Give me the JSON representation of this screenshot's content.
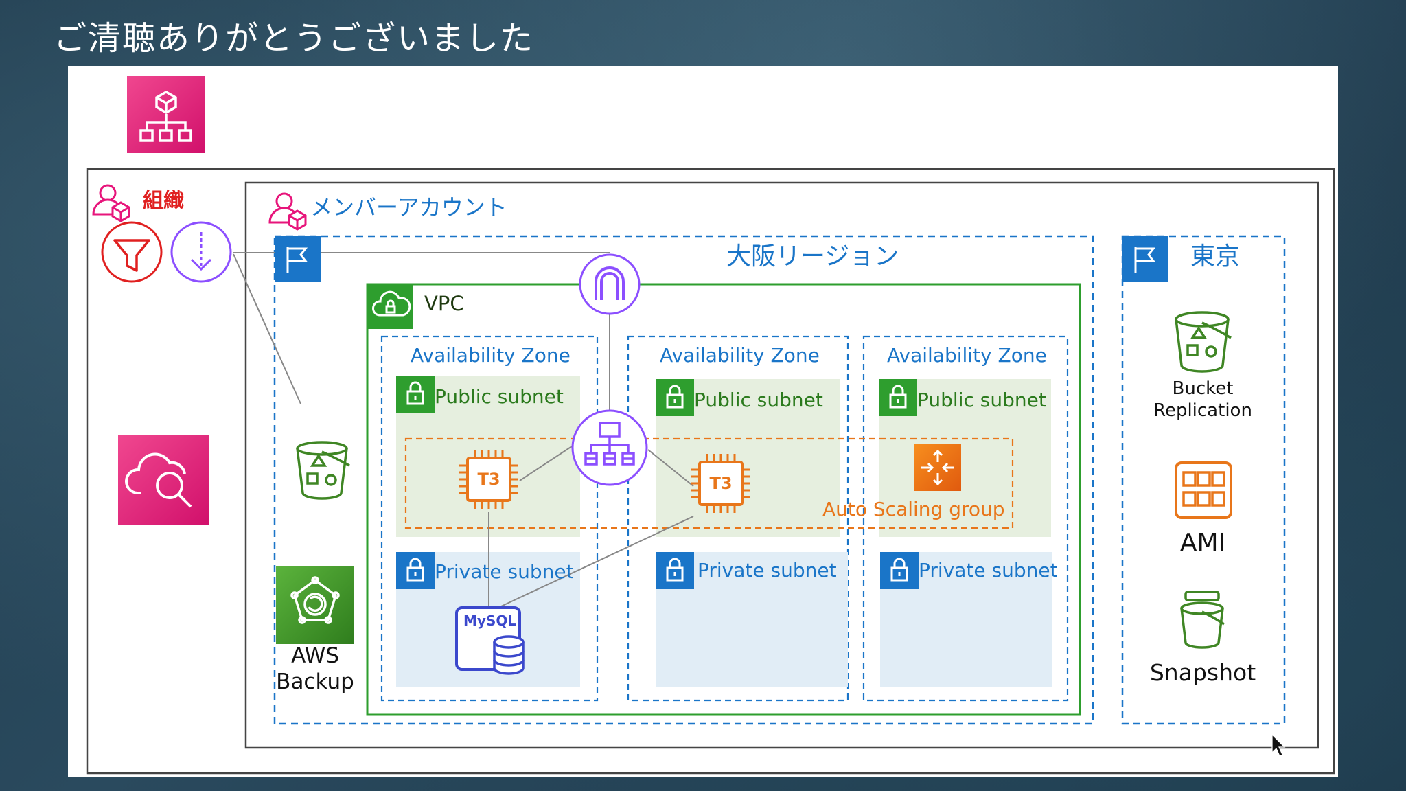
{
  "slide": {
    "title": "ご清聴ありがとうございました"
  },
  "diagram": {
    "organization_label": "組織",
    "member_account_label": "メンバーアカウント",
    "osaka_region_label": "大阪リージョン",
    "tokyo_label": "東京",
    "vpc_label": "VPC",
    "availability_zone_label": "Availability Zone",
    "public_subnet_label": "Public subnet",
    "private_subnet_label": "Private subnet",
    "ec2_instance_type": "T3",
    "auto_scaling_label": "Auto Scaling group",
    "mysql_label": "MySQL",
    "aws_backup_line1": "AWS",
    "aws_backup_line2": "Backup",
    "bucket_replication_line1": "Bucket",
    "bucket_replication_line2": "Replication",
    "ami_label": "AMI",
    "snapshot_label": "Snapshot",
    "icons": [
      "organizations-icon",
      "cloudwatch-icon",
      "organization-user-icon",
      "member-account-user-icon",
      "scp-filter-icon",
      "guardrail-arrow-icon",
      "region-flag-icon",
      "vpc-cloud-icon",
      "internet-gateway-icon",
      "load-balancer-icon",
      "subnet-lock-icon",
      "ec2-chip-icon",
      "auto-scaling-icon",
      "rds-mysql-icon",
      "s3-bucket-icon",
      "aws-backup-icon",
      "ami-icon",
      "snapshot-bucket-icon",
      "mouse-cursor-icon"
    ],
    "colors": {
      "organizations": "#e7157b",
      "region_blue": "#1a75c8",
      "vpc_green": "#2e9e2e",
      "subnet_green_fill": "#e6efdf",
      "subnet_blue_fill": "#e1edf6",
      "ec2_orange": "#e8761a",
      "lb_purple": "#8c4fff",
      "s3_green": "#3f8624",
      "org_red": "#e02020"
    }
  }
}
